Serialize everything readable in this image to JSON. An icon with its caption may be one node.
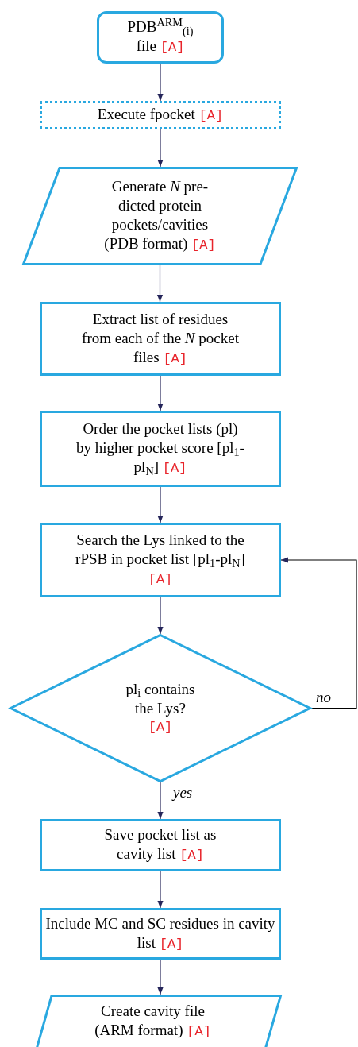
{
  "diagram": {
    "nodes": [
      {
        "text": [
          "PDB$^{ARM}$$_{(i)}$ file",
          "[A]"
        ]
      },
      {
        "text": [
          "Execute fpocket",
          "[A]"
        ]
      },
      {
        "text": [
          "Generate *N* pre- dicted protein pockets/cavities (PDB format)",
          "[A]"
        ]
      },
      {
        "text": [
          "Extract list of residues from each of the *N* pocket files",
          "[A]"
        ]
      },
      {
        "text": [
          "Order the pocket lists (pl) by higher pocket score [pl$_{1}$-pl$_{N}$]",
          "[A]"
        ]
      },
      {
        "text": [
          "Search the Lys linked to the rPSB in pocket list [pl$_{1}$-pl$_{N}$]",
          "[A]"
        ]
      },
      {
        "text": [
          "pl$_{i}$ contains the Lys?",
          "[A]"
        ]
      },
      {
        "text": [
          "Save pocket list as cavity list",
          "[A]"
        ]
      },
      {
        "text": [
          "Include MC and SC residues in cavity list",
          "[A]"
        ]
      },
      {
        "text": [
          "Create cavity file (ARM format)",
          "[A]"
        ]
      }
    ],
    "edges": [
      {
        "from": 0,
        "to": 1,
        "arrow": "to"
      },
      {
        "from": 1,
        "to": 2,
        "arrow": "to"
      },
      {
        "from": 2,
        "to": 3,
        "arrow": "to"
      },
      {
        "from": 3,
        "to": 4,
        "arrow": "to"
      },
      {
        "from": 4,
        "to": 5,
        "arrow": "to"
      },
      {
        "from": 5,
        "to": 6,
        "arrow": "to"
      },
      {
        "from": 6,
        "to": 7,
        "arrow": "to",
        "label": "yes"
      },
      {
        "from": 7,
        "to": 8,
        "arrow": "to"
      },
      {
        "from": 8,
        "to": 9,
        "arrow": "to"
      },
      {
        "from": 6,
        "to": 5,
        "arrow": "to",
        "label": "no"
      }
    ]
  }
}
